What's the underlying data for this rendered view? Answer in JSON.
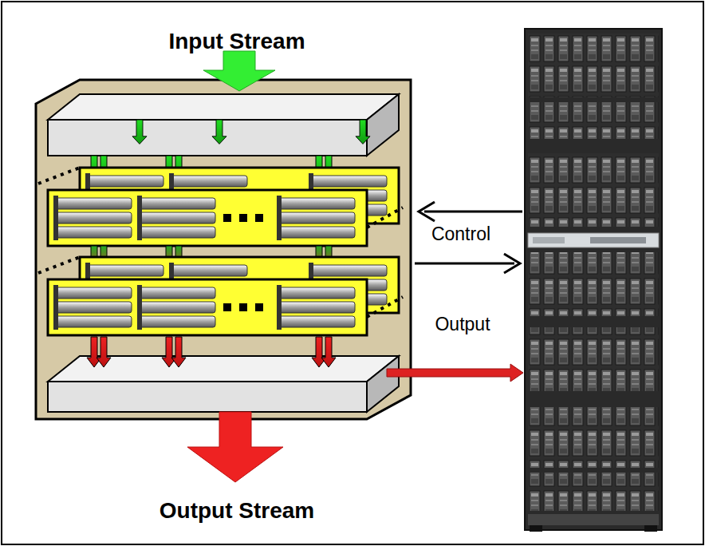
{
  "diagram": {
    "labels": [
      "Input Stream",
      "Output Stream",
      "Control",
      "Output"
    ]
  }
}
